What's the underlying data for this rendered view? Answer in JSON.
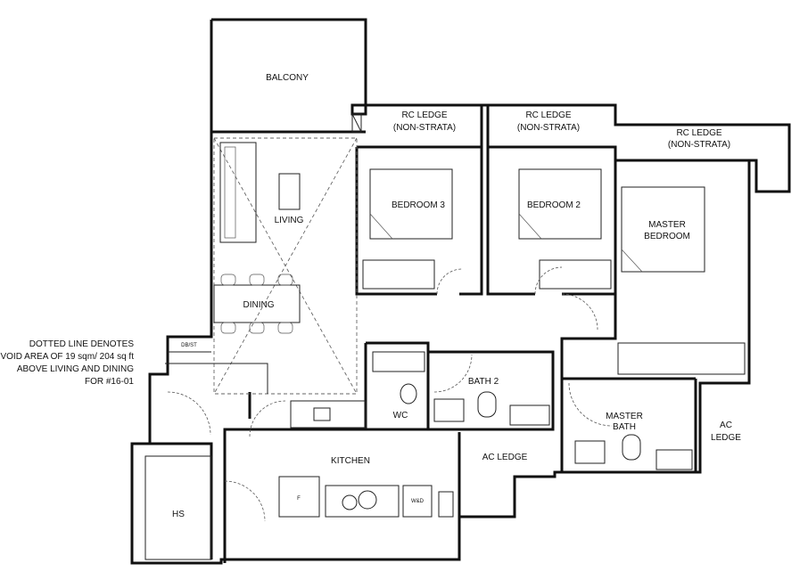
{
  "rooms": {
    "balcony": "BALCONY",
    "living": "LIVING",
    "dining": "DINING",
    "bedroom3": "BEDROOM 3",
    "bedroom2": "BEDROOM 2",
    "master_bedroom_1": "MASTER",
    "master_bedroom_2": "BEDROOM",
    "kitchen": "KITCHEN",
    "hs": "HS",
    "wc": "WC",
    "bath2": "BATH 2",
    "master_bath_1": "MASTER",
    "master_bath_2": "BATH",
    "ac_ledge": "AC LEDGE",
    "ac_ledge2_1": "AC",
    "ac_ledge2_2": "LEDGE",
    "db_st": "DB/ST"
  },
  "ledges": [
    {
      "line1": "RC LEDGE",
      "line2": "(NON-STRATA)"
    },
    {
      "line1": "RC LEDGE",
      "line2": "(NON-STRATA)"
    },
    {
      "line1": "RC LEDGE",
      "line2": "(NON-STRATA)"
    }
  ],
  "appliances": {
    "fridge": "F",
    "washer_dryer": "W&D"
  },
  "note": [
    "DOTTED LINE DENOTES",
    "VOID AREA OF 19 sqm/ 204 sq ft",
    "ABOVE LIVING AND DINING",
    "FOR #16-01"
  ]
}
